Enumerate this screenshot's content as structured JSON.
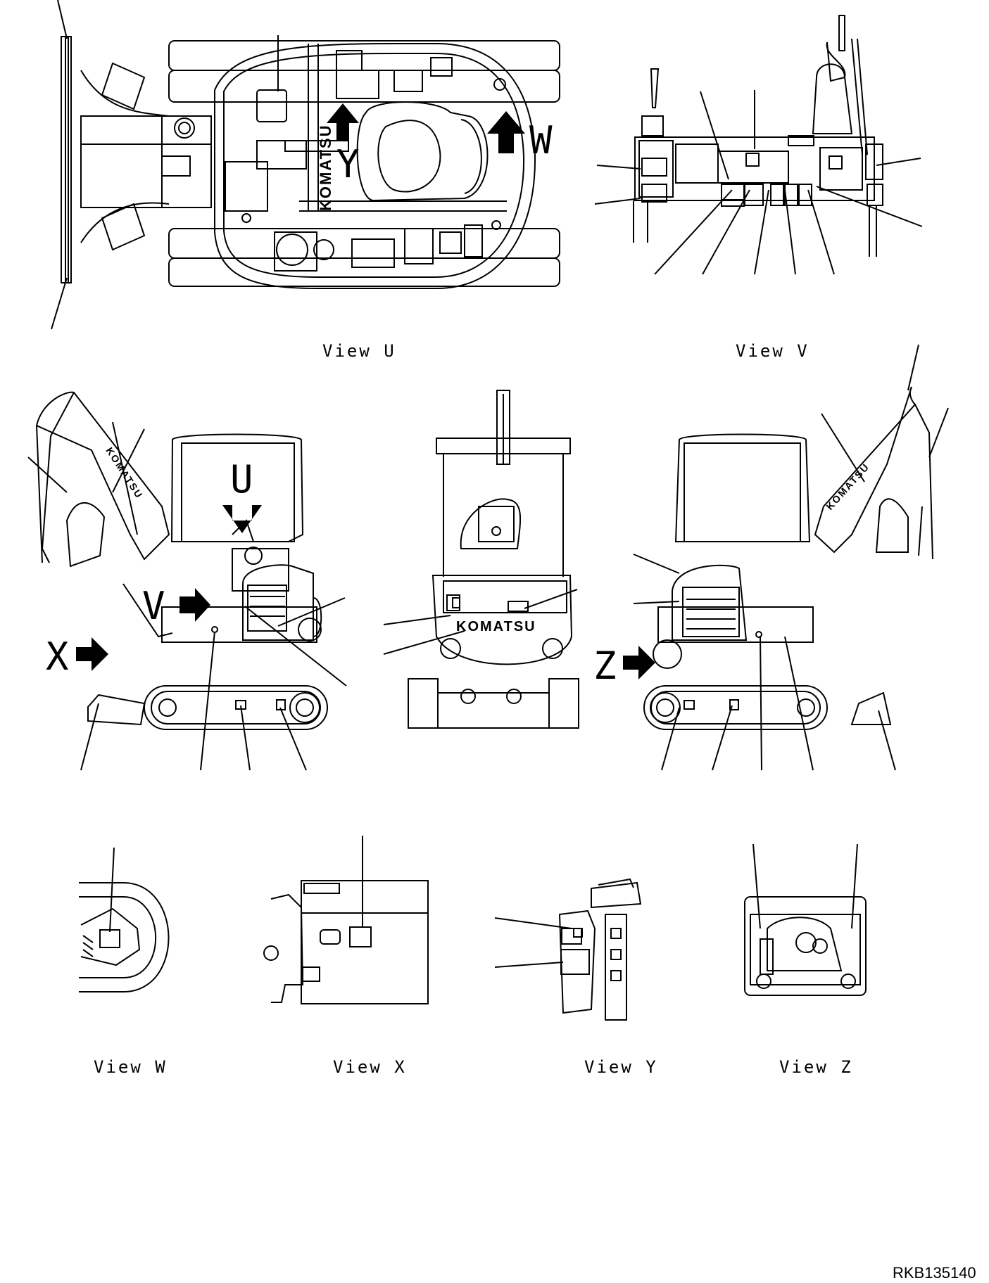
{
  "captions": {
    "view_u": "View U",
    "view_v": "View V",
    "view_w": "View W",
    "view_x": "View X",
    "view_y": "View Y",
    "view_z": "View Z"
  },
  "view_letters": {
    "u": "U",
    "v": "V",
    "w": "W",
    "x": "X",
    "y": "Y",
    "z": "Z"
  },
  "brand": "KOMATSU",
  "drawing_number": "RKB135140"
}
